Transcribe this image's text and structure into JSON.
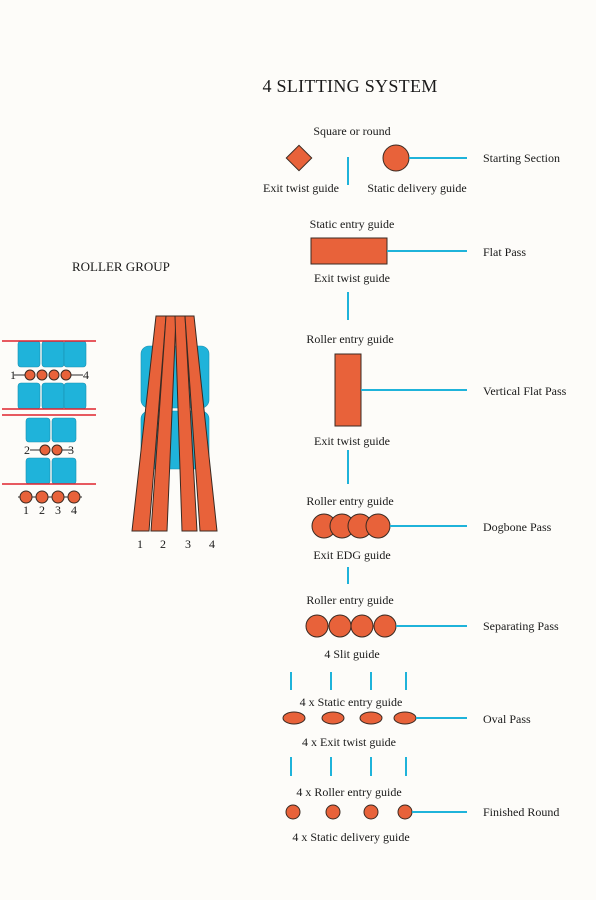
{
  "title": "4 SLITTING SYSTEM",
  "roller_group": {
    "label": "ROLLER GROUP",
    "left_stand_numbers": [
      "1",
      "4",
      "2",
      "3"
    ],
    "output_numbers": [
      "1",
      "2",
      "3",
      "4"
    ],
    "bundle_numbers": [
      "1",
      "2",
      "3",
      "4"
    ]
  },
  "guides": {
    "square_or_round": "Square or round",
    "exit_twist_1": "Exit twist guide",
    "static_delivery": "Static delivery  guide",
    "static_entry": "Static entry guide",
    "exit_twist_2": "Exit twist guide",
    "roller_entry_1": "Roller entry guide",
    "exit_twist_3": "Exit twist guide",
    "roller_entry_2": "Roller entry guide",
    "exit_edg": "Exit EDG guide",
    "roller_entry_3": "Roller entry guide",
    "slit_4": "4 Slit guide",
    "static_entry_4x": "4 x Static entry guide",
    "exit_twist_4x": "4 x Exit twist guide",
    "roller_entry_4x": "4 x Roller entry guide",
    "static_delivery_4x": "4 x Static delivery guide"
  },
  "passes": {
    "starting": "Starting Section",
    "flat": "Flat Pass",
    "vertical_flat": "Vertical Flat Pass",
    "dogbone": "Dogbone Pass",
    "separating": "Separating Pass",
    "oval": "Oval Pass",
    "finished_round": "Finished Round"
  },
  "colors": {
    "orange": "#e8623a",
    "blue": "#1fb3da",
    "red_line": "#e0232e",
    "dark": "#2a2a2a"
  }
}
